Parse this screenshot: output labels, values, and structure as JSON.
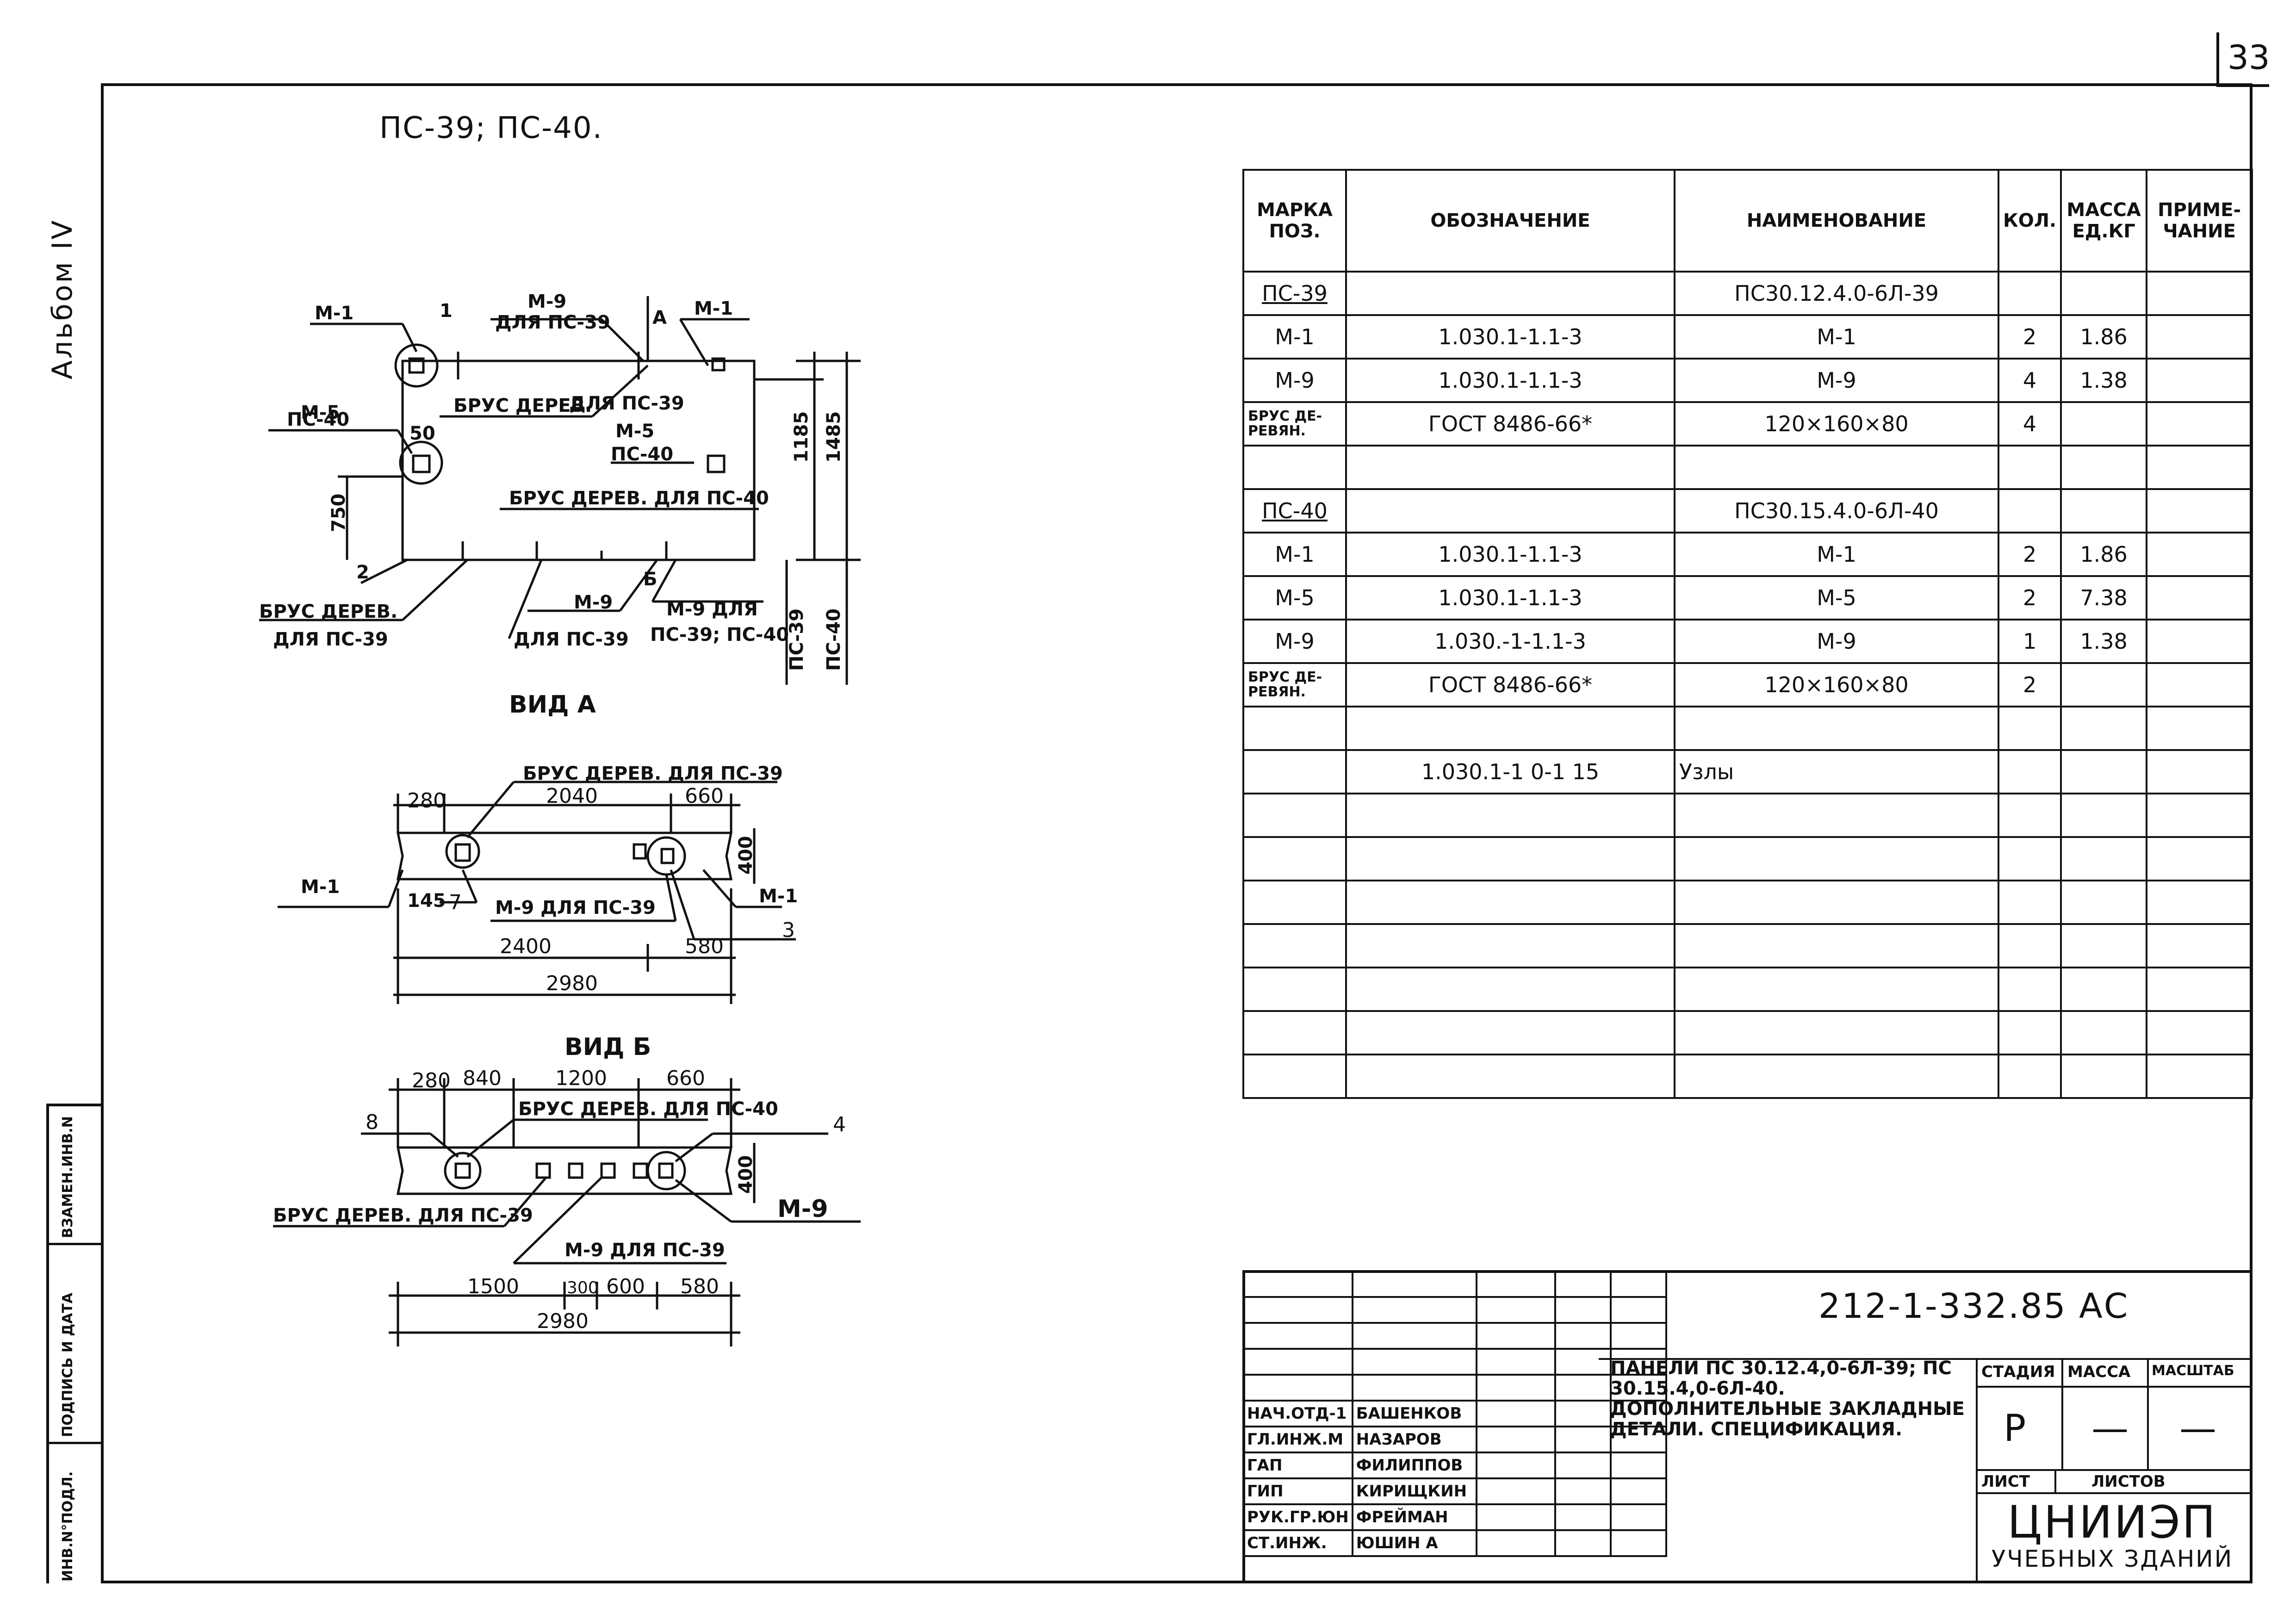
{
  "sheet_number": "33",
  "album_label": "Альбом IV",
  "drawing_title": "ПС-39; ПС-40.",
  "stamp_strip": [
    "ИНВ.N°ПОДЛ.",
    "ПОДПИСЬ И ДАТА",
    "ВЗАМЕН.ИНВ.N"
  ],
  "spec_table": {
    "headers": [
      "МАРКА ПОЗ.",
      "ОБОЗНАЧЕНИЕ",
      "НАИМЕНОВАНИЕ",
      "КОЛ.",
      "МАССА ЕД.КГ",
      "ПРИМЕ-ЧАНИЕ"
    ],
    "rows": [
      {
        "mark": "ПС-39",
        "designation": "",
        "name": "ПС30.12.4.0-6Л-39",
        "qty": "",
        "mass": ""
      },
      {
        "mark": "М-1",
        "designation": "1.030.1-1.1-3",
        "name": "М-1",
        "qty": "2",
        "mass": "1.86"
      },
      {
        "mark": "М-9",
        "designation": "1.030.1-1.1-3",
        "name": "М-9",
        "qty": "4",
        "mass": "1.38"
      },
      {
        "mark": "БРУС ДЕ-РЕВЯН.",
        "designation": "ГОСТ 8486-66*",
        "name": "120×160×80",
        "qty": "4",
        "mass": ""
      },
      {
        "mark": "",
        "designation": "",
        "name": "",
        "qty": "",
        "mass": ""
      },
      {
        "mark": "ПС-40",
        "designation": "",
        "name": "ПС30.15.4.0-6Л-40",
        "qty": "",
        "mass": ""
      },
      {
        "mark": "М-1",
        "designation": "1.030.1-1.1-3",
        "name": "М-1",
        "qty": "2",
        "mass": "1.86"
      },
      {
        "mark": "М-5",
        "designation": "1.030.1-1.1-3",
        "name": "М-5",
        "qty": "2",
        "mass": "7.38"
      },
      {
        "mark": "М-9",
        "designation": "1.030.-1-1.1-3",
        "name": "М-9",
        "qty": "1",
        "mass": "1.38"
      },
      {
        "mark": "БРУС ДЕ-РЕВЯН.",
        "designation": "ГОСТ 8486-66*",
        "name": "120×160×80",
        "qty": "2",
        "mass": ""
      },
      {
        "mark": "",
        "designation": "",
        "name": "",
        "qty": "",
        "mass": ""
      },
      {
        "mark": "",
        "designation": "1.030.1-1 0-1 15",
        "name": "Узлы",
        "qty": "",
        "mass": ""
      }
    ]
  },
  "title_block": {
    "code": "212-1-332.85  АС",
    "title": "ПАНЕЛИ ПС 30.12.4,0-6Л-39; ПС 30.15.4,0-6Л-40. ДОПОЛНИТЕЛЬНЫЕ ЗАКЛАДНЫЕ ДЕТАЛИ. СПЕЦИФИКАЦИЯ.",
    "stage_label": "СТАДИЯ",
    "mass_label": "МАССА",
    "scale_label": "МАСШТАБ",
    "stage": "Р",
    "mass": "—",
    "scale": "—",
    "sheet_label": "ЛИСТ",
    "sheets_label": "ЛИСТОВ",
    "org": "ЦНИИЭП",
    "org_sub": "УЧЕБНЫХ ЗДАНИЙ",
    "people": [
      {
        "role": "НАЧ.ОТД-1",
        "name": "БАШЕНКОВ"
      },
      {
        "role": "ГЛ.ИНЖ.М",
        "name": "НАЗАРОВ"
      },
      {
        "role": "ГАП",
        "name": "ФИЛИППОВ"
      },
      {
        "role": "ГИП",
        "name": "КИРИЩКИН"
      },
      {
        "role": "РУК.ГР.ЮН",
        "name": "ФРЕЙМАН"
      },
      {
        "role": "СТ.ИНЖ.",
        "name": "ЮШИН А"
      }
    ]
  },
  "drawing_labels": {
    "m1": "М-1",
    "pos1": "1",
    "m9_top": "М-9",
    "for_ps39": "ДЛЯ ПС-39",
    "A": "А",
    "m5": "М-5",
    "ps40": "ПС-40",
    "d50": "50",
    "brus_derev": "БРУС ДЕРЕВ.",
    "for_ps39_b": "ДЛЯ ПС-39",
    "m5_b": "М-5",
    "ps40_b": "ПС-40",
    "brus_ps40": "БРУС ДЕРЕВ. ДЛЯ ПС-40",
    "d750": "750",
    "pos2": "2",
    "B": "Б",
    "m9_b": "М-9",
    "m9_ps39_40": "М-9 ДЛЯ",
    "ps39_ps40": "ПС-39; ПС-40",
    "brus_ps39": "БРУС ДЕРЕВ.",
    "for_ps39_c": "ДЛЯ ПС-39",
    "for_ps39_d": "ДЛЯ ПС-39",
    "d1185": "1185",
    "d1485": "1485",
    "ps39_v": "ПС-39",
    "ps40_v": "ПС-40",
    "view_a": "ВИД А",
    "va_brus": "БРУС ДЕРЕВ. ДЛЯ ПС-39",
    "va_280": "280",
    "va_2040": "2040",
    "va_660": "660",
    "va_m1_left": "М-1",
    "va_m1_right": "М-1",
    "va_145": "145",
    "va_pos7": "7",
    "va_m9": "М-9 ДЛЯ ПС-39",
    "va_400": "400",
    "va_pos3": "3",
    "va_2400": "2400",
    "va_580": "580",
    "va_2980": "2980",
    "view_b": "ВИД Б",
    "vb_280": "280",
    "vb_840": "840",
    "vb_1200": "1200",
    "vb_660": "660",
    "vb_pos8": "8",
    "vb_pos4": "4",
    "vb_brus40": "БРУС ДЕРЕВ. ДЛЯ ПС-40",
    "vb_brus39": "БРУС ДЕРЕВ. ДЛЯ ПС-39",
    "vb_400": "400",
    "vb_m9": "М-9",
    "vb_m9_ps39": "М-9 ДЛЯ ПС-39",
    "vb_1500": "1500",
    "vb_300": "300",
    "vb_600": "600",
    "vb_580": "580",
    "vb_2980": "2980"
  }
}
